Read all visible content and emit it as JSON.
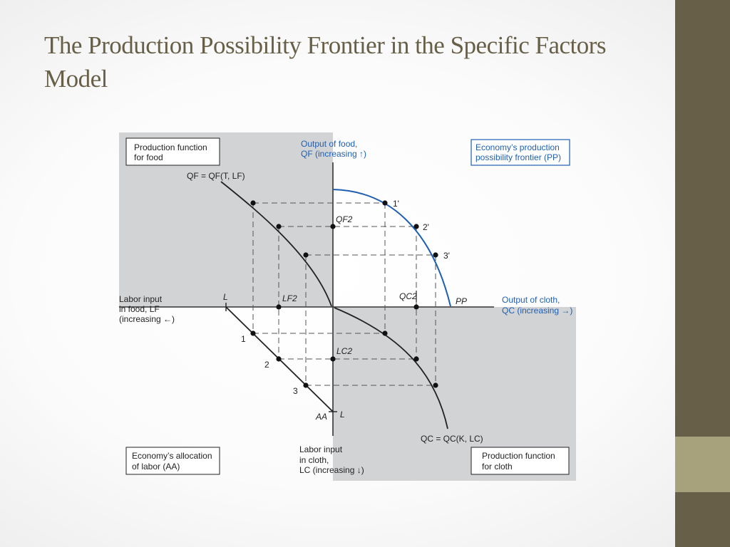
{
  "slide": {
    "title": "The Production Possibility Frontier in the Specific Factors Model"
  },
  "colors": {
    "sidebar": "#675f47",
    "sidebar_accent": "#a7a27c",
    "title": "#675f47",
    "quadrant_shade": "#d2d3d5",
    "frontier_blue": "#1f5fb1"
  },
  "diagram": {
    "boxes": {
      "food_function": [
        "Production function",
        "for food"
      ],
      "ppf": [
        "Economy’s production",
        "possibility frontier (PP)"
      ],
      "allocation": [
        "Economy’s allocation",
        "of labor (AA)"
      ],
      "cloth_function": [
        "Production function",
        "for cloth"
      ]
    },
    "axes": {
      "food_output": [
        "Output of food,",
        "QF (increasing ↑)"
      ],
      "cloth_output": [
        "Output of cloth,",
        "QC (increasing →)"
      ],
      "labor_food": [
        "Labor input",
        "in food, LF",
        "(increasing ←)"
      ],
      "labor_cloth": [
        "Labor input",
        "in cloth,",
        "LC (increasing ↓)"
      ]
    },
    "curve_labels": {
      "food": "QF = QF(T, LF)",
      "cloth": "QC = QC(K, LC)",
      "ppf": "PP",
      "allocation": "AA"
    },
    "point_labels": {
      "ppf_points": [
        "1'",
        "2'",
        "3'"
      ],
      "allocation_points": [
        "1",
        "2",
        "3"
      ],
      "qf2": "QF2",
      "qc2": "QC2",
      "lf2": "LF2",
      "lc2": "LC2",
      "l_horizontal": "L",
      "l_vertical": "L"
    }
  }
}
